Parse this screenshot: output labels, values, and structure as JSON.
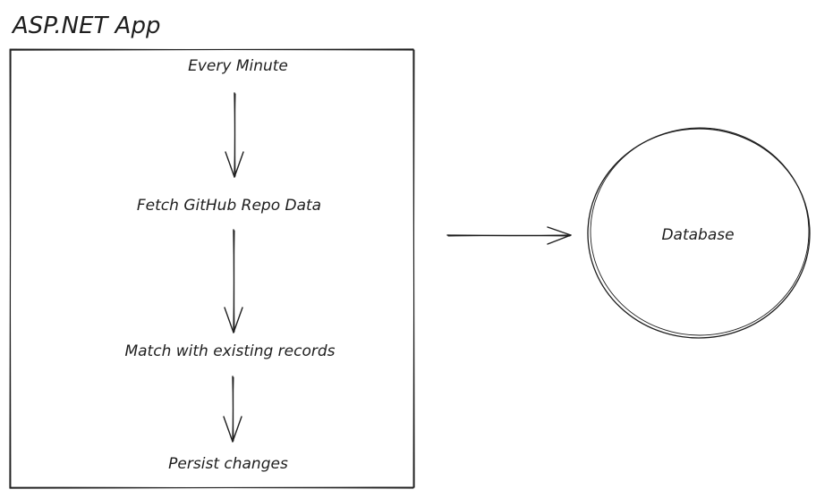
{
  "diagram": {
    "container_title": "ASP.NET App",
    "steps": [
      "Every Minute",
      "Fetch GitHub Repo Data",
      "Match with existing records",
      "Persist changes"
    ],
    "database_label": "Database",
    "stroke_color": "#1e1e1e",
    "background_color": "#ffffff"
  }
}
